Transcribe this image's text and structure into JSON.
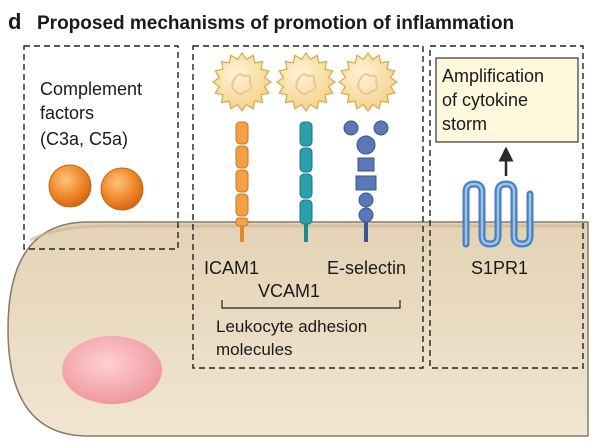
{
  "panel": {
    "letter": "d",
    "title": "Proposed mechanisms of promotion of inflammation"
  },
  "complement": {
    "line1": "Complement",
    "line2": "factors",
    "line3": "(C3a, C5a)"
  },
  "adhesion": {
    "icam": "ICAM1",
    "vcam": "VCAM1",
    "eselectin": "E-selectin",
    "group_line1": "Leukocyte adhesion",
    "group_line2": "molecules"
  },
  "s1pr": {
    "box_line1": "Amplification",
    "box_line2": "of cytokine",
    "box_line3": "storm",
    "receptor": "S1PR1"
  },
  "colors": {
    "cell_fill": "#e8d9c0",
    "nucleus": "#f0a0a8",
    "complement_ball": "#f08a2c",
    "icam": "#f5a043",
    "vcam": "#2aa0aa",
    "eselectin": "#5a78b8",
    "leukocyte": "#f6dca0",
    "s1pr1": "#5a8fc8",
    "callout_box": "#fff8dc"
  }
}
